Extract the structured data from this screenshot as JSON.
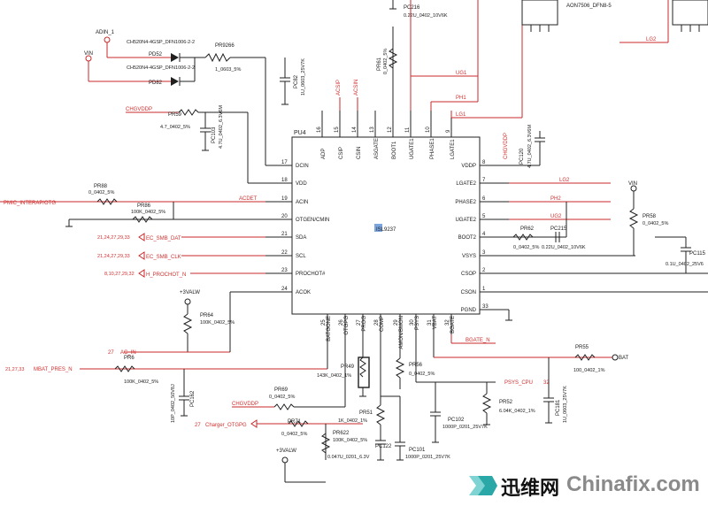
{
  "ic": {
    "ref": "PU4",
    "part": "ISL9237"
  },
  "pins_left": [
    {
      "num": "17",
      "name": "DCIN"
    },
    {
      "num": "18",
      "name": "VDD"
    },
    {
      "num": "19",
      "name": "ACIN"
    },
    {
      "num": "20",
      "name": "OTGEN/CMIN"
    },
    {
      "num": "21",
      "name": "SDA"
    },
    {
      "num": "22",
      "name": "SCL"
    },
    {
      "num": "23",
      "name": "PROCHOT#"
    },
    {
      "num": "24",
      "name": "ACOK"
    }
  ],
  "pins_right": [
    {
      "num": "8",
      "name": "VDDP"
    },
    {
      "num": "7",
      "name": "LGATE2"
    },
    {
      "num": "6",
      "name": "PHASE2"
    },
    {
      "num": "5",
      "name": "UGATE2"
    },
    {
      "num": "4",
      "name": "BOOT2"
    },
    {
      "num": "3",
      "name": "VSYS"
    },
    {
      "num": "2",
      "name": "CSOP"
    },
    {
      "num": "1",
      "name": "CSON"
    },
    {
      "num": "33",
      "name": "PGND"
    }
  ],
  "pins_top": [
    {
      "num": "16",
      "name": "ADP"
    },
    {
      "num": "15",
      "name": "CSIP"
    },
    {
      "num": "14",
      "name": "CSIN"
    },
    {
      "num": "13",
      "name": "ASGATE"
    },
    {
      "num": "12",
      "name": "BOOT1"
    },
    {
      "num": "11",
      "name": "UGATE1"
    },
    {
      "num": "10",
      "name": "PHASE1"
    },
    {
      "num": "9",
      "name": "LGATE1"
    }
  ],
  "pins_bottom": [
    {
      "num": "25",
      "name": "BATGONE"
    },
    {
      "num": "26",
      "name": "OTGPG"
    },
    {
      "num": "27",
      "name": "PROG"
    },
    {
      "num": "28",
      "name": "COMP"
    },
    {
      "num": "29",
      "name": "AMON/BMON"
    },
    {
      "num": "30",
      "name": "PSYS"
    },
    {
      "num": "31",
      "name": "VBAT"
    },
    {
      "num": "32",
      "name": "BGATE"
    }
  ],
  "ports": {
    "adin": "ADIN_1",
    "vin_top": "VIN",
    "vin_right": "VIN",
    "chgvddp_top": "CHGVDDP",
    "pmic_interap": "PMIC_INTERAP/OTG",
    "ec_smb_dat": "EC_SMB_DAT",
    "ec_smb_clk": "EC_SMB_CLK",
    "h_prochot": "H_PROCHOT_N",
    "ac_in": "AC_IN",
    "mbat_pres": "MBAT_PRES_N",
    "chgvddp_bottom": "CHGVDDP",
    "charger_otgpg": "Charger_OTGPG",
    "psys_cpu": "PSYS_CPU",
    "bat": "BAT",
    "v3valw_1": "+3VALW",
    "v3valw_2": "+3VALW"
  },
  "port_refs": {
    "smb_dat": "21,24,27,29,33",
    "smb_clk": "21,24,27,29,33",
    "prochot": "8,10,27,29,32",
    "ac_in": "27",
    "mbat_pres": "21,27,33",
    "charger_otgpg": "27",
    "psys_cpu": "32"
  },
  "nets": {
    "ug1": "UG1",
    "ph1": "PH1",
    "lg1": "LG1",
    "lg2": "LG2",
    "lg2_top": "LG2",
    "ph2": "PH2",
    "ug2": "UG2",
    "acdet": "ACDET",
    "acsip": "ACSIP",
    "acsin": "ACSIN",
    "bgate_n": "BGATE_N",
    "chgvddp_v": "CHGVDDP"
  },
  "parts": {
    "pd52_ref": "PD52",
    "pd52_val": "CH520N4-4GSP_DFN1006-2-2",
    "pd82_ref": "PD82",
    "pd82_val": "CH520N4-4GSP_DFN1006-2-2",
    "pr9266_ref": "PR9266",
    "pr9266_val": "1_0603_5%",
    "pc82_ref": "PC82",
    "pc82_val": "1U_0603_25V7K",
    "pc216_ref": "PC216",
    "pc216_val": "0.22U_0402_10V6K",
    "pr61_ref": "PR61",
    "pr61_val": "0_0402_5%",
    "pr59_ref": "PR59",
    "pr59_val": "4.7_0402_5%",
    "pc103_ref": "PC103",
    "pc103_val": "4.7U_0402_6.3V6M",
    "pc120_ref": "PC120",
    "pc120_val": "4.7U_0402_6.3V6M",
    "pr88_ref": "PR88",
    "pr88_val": "0_0402_5%",
    "pr86_ref": "PR86",
    "pr86_val": "100K_0402_5%",
    "pr58_ref": "PR58",
    "pr58_val": "0_0402_5%",
    "pr62_ref": "PR62",
    "pr62_val": "0_0402_5%",
    "pc215_ref": "PC215",
    "pc215_val": "0.22U_0402_10V6K",
    "pc115_ref": "PC115",
    "pc115_val": "0.1U_0402_25V6",
    "pr64_ref": "PR64",
    "pr64_val": "100K_0402_5%",
    "pr6_ref": "PR6",
    "pr6_val": "100K_0402_5%",
    "pc162_ref": "PC162",
    "pc162_val": "10P_0402_50V8J",
    "pr49_ref": "PR49",
    "pr49_val": "143K_0402_1%",
    "pr69_ref": "PR69",
    "pr69_val": "0_0402_5%",
    "pr51_ref": "PR51",
    "pr51_val": "1K_0402_1%",
    "pr71_ref": "PR71",
    "pr71_val": "0_0402_5%",
    "pr622_ref": "PR622",
    "pr622_val": "100K_0402_5%",
    "pc122_ref": "PC122",
    "pc122_val": "0.047U_0201_6.3V",
    "pc101_ref": "PC101",
    "pc101_val": "1000P_0201_25V7K",
    "pr56_ref": "PR56",
    "pr56_val": "0_0402_5%",
    "pc102_ref": "PC102",
    "pc102_val": "1000P_0201_25V7K",
    "pr52_ref": "PR52",
    "pr52_val": "6.04K_0402_1%",
    "pr55_ref": "PR55",
    "pr55_val": "100_0402_1%",
    "pc181_ref": "PC181",
    "pc181_val": "1U_0603_25V7K",
    "mos_val": "AON7506_DFN8-5"
  },
  "watermark": {
    "cn": "迅维网",
    "en": "Chinafix.com"
  },
  "colors": {
    "net_red": "#c82828",
    "ink": "#202020",
    "highlight": "#5a8fd6"
  }
}
